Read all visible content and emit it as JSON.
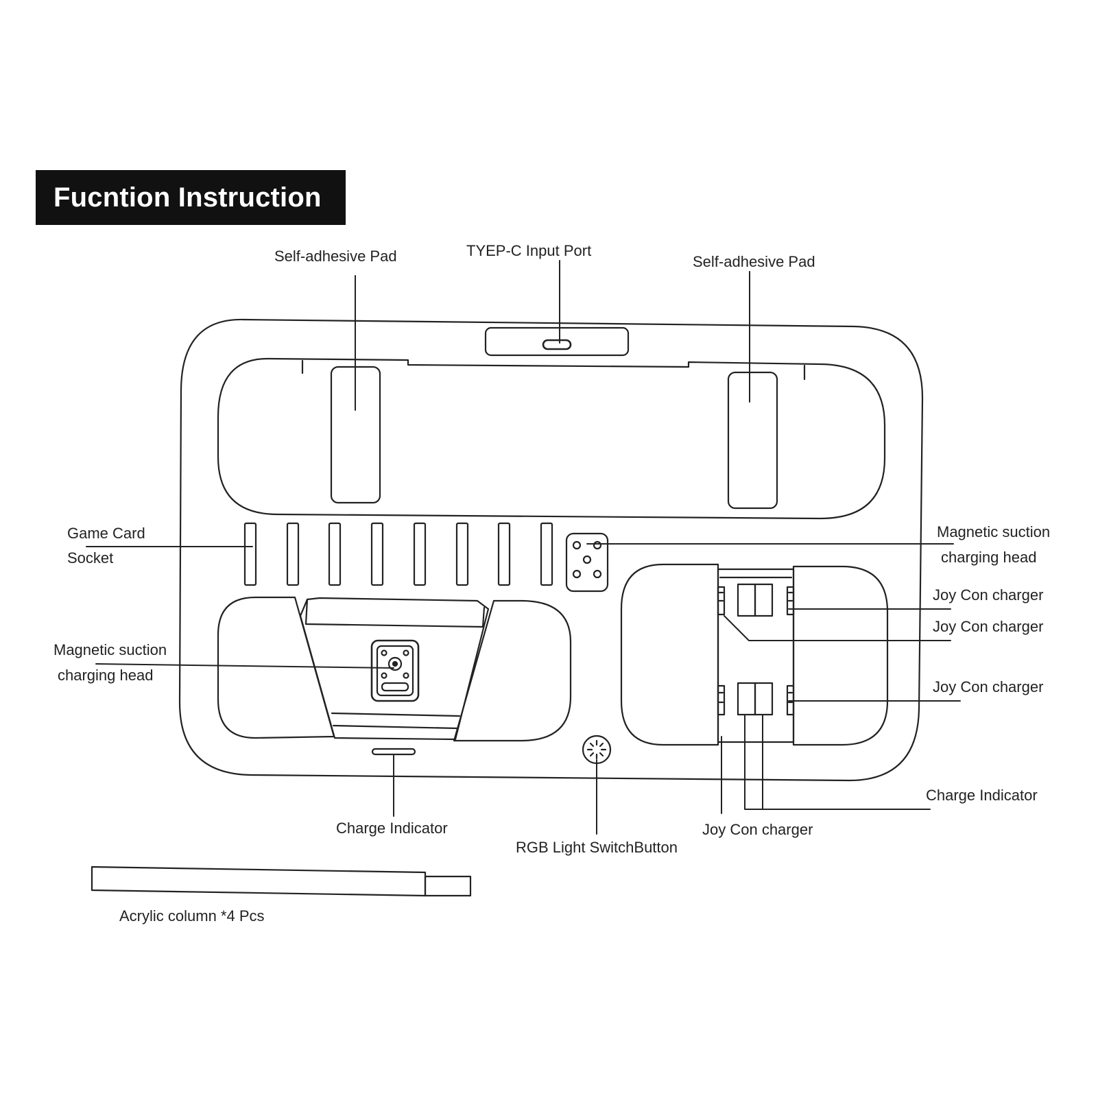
{
  "title": "Fucntion Instruction",
  "labels": {
    "self_adhesive_pad_left": "Self-adhesive Pad",
    "type_c_input_port": "TYEP-C Input Port",
    "self_adhesive_pad_right": "Self-adhesive Pad",
    "game_card_socket_line1": "Game Card",
    "game_card_socket_line2": "Socket",
    "magnetic_suction_right_line1": "Magnetic suction",
    "magnetic_suction_right_line2": "charging head",
    "joy_con_charger_1": "Joy Con charger",
    "joy_con_charger_2": "Joy Con charger",
    "joy_con_charger_3": "Joy Con charger",
    "magnetic_suction_left_line1": "Magnetic suction",
    "magnetic_suction_left_line2": "charging head",
    "charge_indicator_right": "Charge Indicator",
    "charge_indicator_bottom": "Charge Indicator",
    "joy_con_charger_bottom": "Joy Con charger",
    "rgb_light_switch": "RGB Light SwitchButton",
    "acrylic_column": "Acrylic column *4 Pcs"
  },
  "game_card_socket_count": 8
}
